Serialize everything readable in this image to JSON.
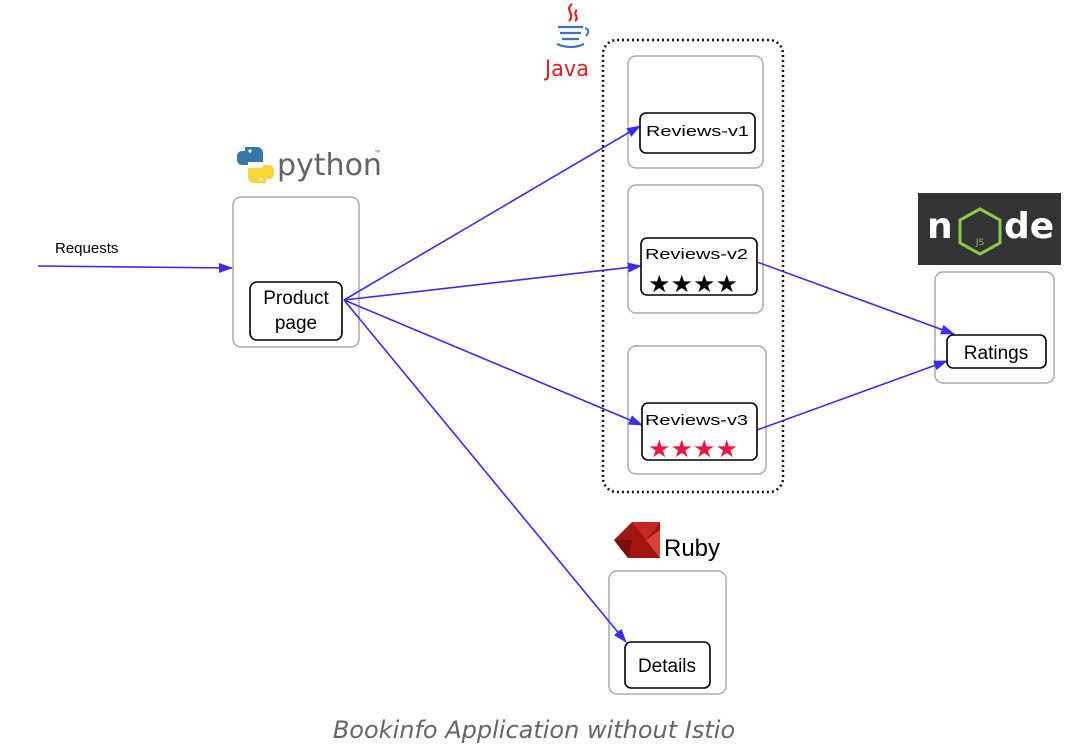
{
  "caption": "Bookinfo Application without Istio",
  "requests_label": "Requests",
  "logos": {
    "python": {
      "icon": "python-logo",
      "text": "python",
      "tm": "™"
    },
    "java": {
      "icon": "java-logo",
      "text": "Java"
    },
    "node": {
      "icon": "nodejs-logo",
      "text_n": "n",
      "text_de": "de",
      "text_js": "JS"
    },
    "ruby": {
      "icon": "ruby-logo",
      "text": "Ruby"
    }
  },
  "services": {
    "productpage": {
      "line1": "Product",
      "line2": "page"
    },
    "reviews_v1": {
      "label": "Reviews-v1"
    },
    "reviews_v2": {
      "label": "Reviews-v2",
      "stars": "★★★★",
      "star_color": "#000000"
    },
    "reviews_v3": {
      "label": "Reviews-v3",
      "stars": "★★★★",
      "star_color": "#f0153f"
    },
    "ratings": {
      "label": "Ratings"
    },
    "details": {
      "label": "Details"
    }
  },
  "colors": {
    "arrow": "#3a2bf2",
    "box_border": "#aaaaaa",
    "java_red": "#e11e22",
    "java_blue": "#3a75b0",
    "python_blue": "#3776ab",
    "python_yellow": "#ffd43b",
    "node_bg": "#333333",
    "node_green": "#8cc84b",
    "ruby_red": "#a01612"
  }
}
